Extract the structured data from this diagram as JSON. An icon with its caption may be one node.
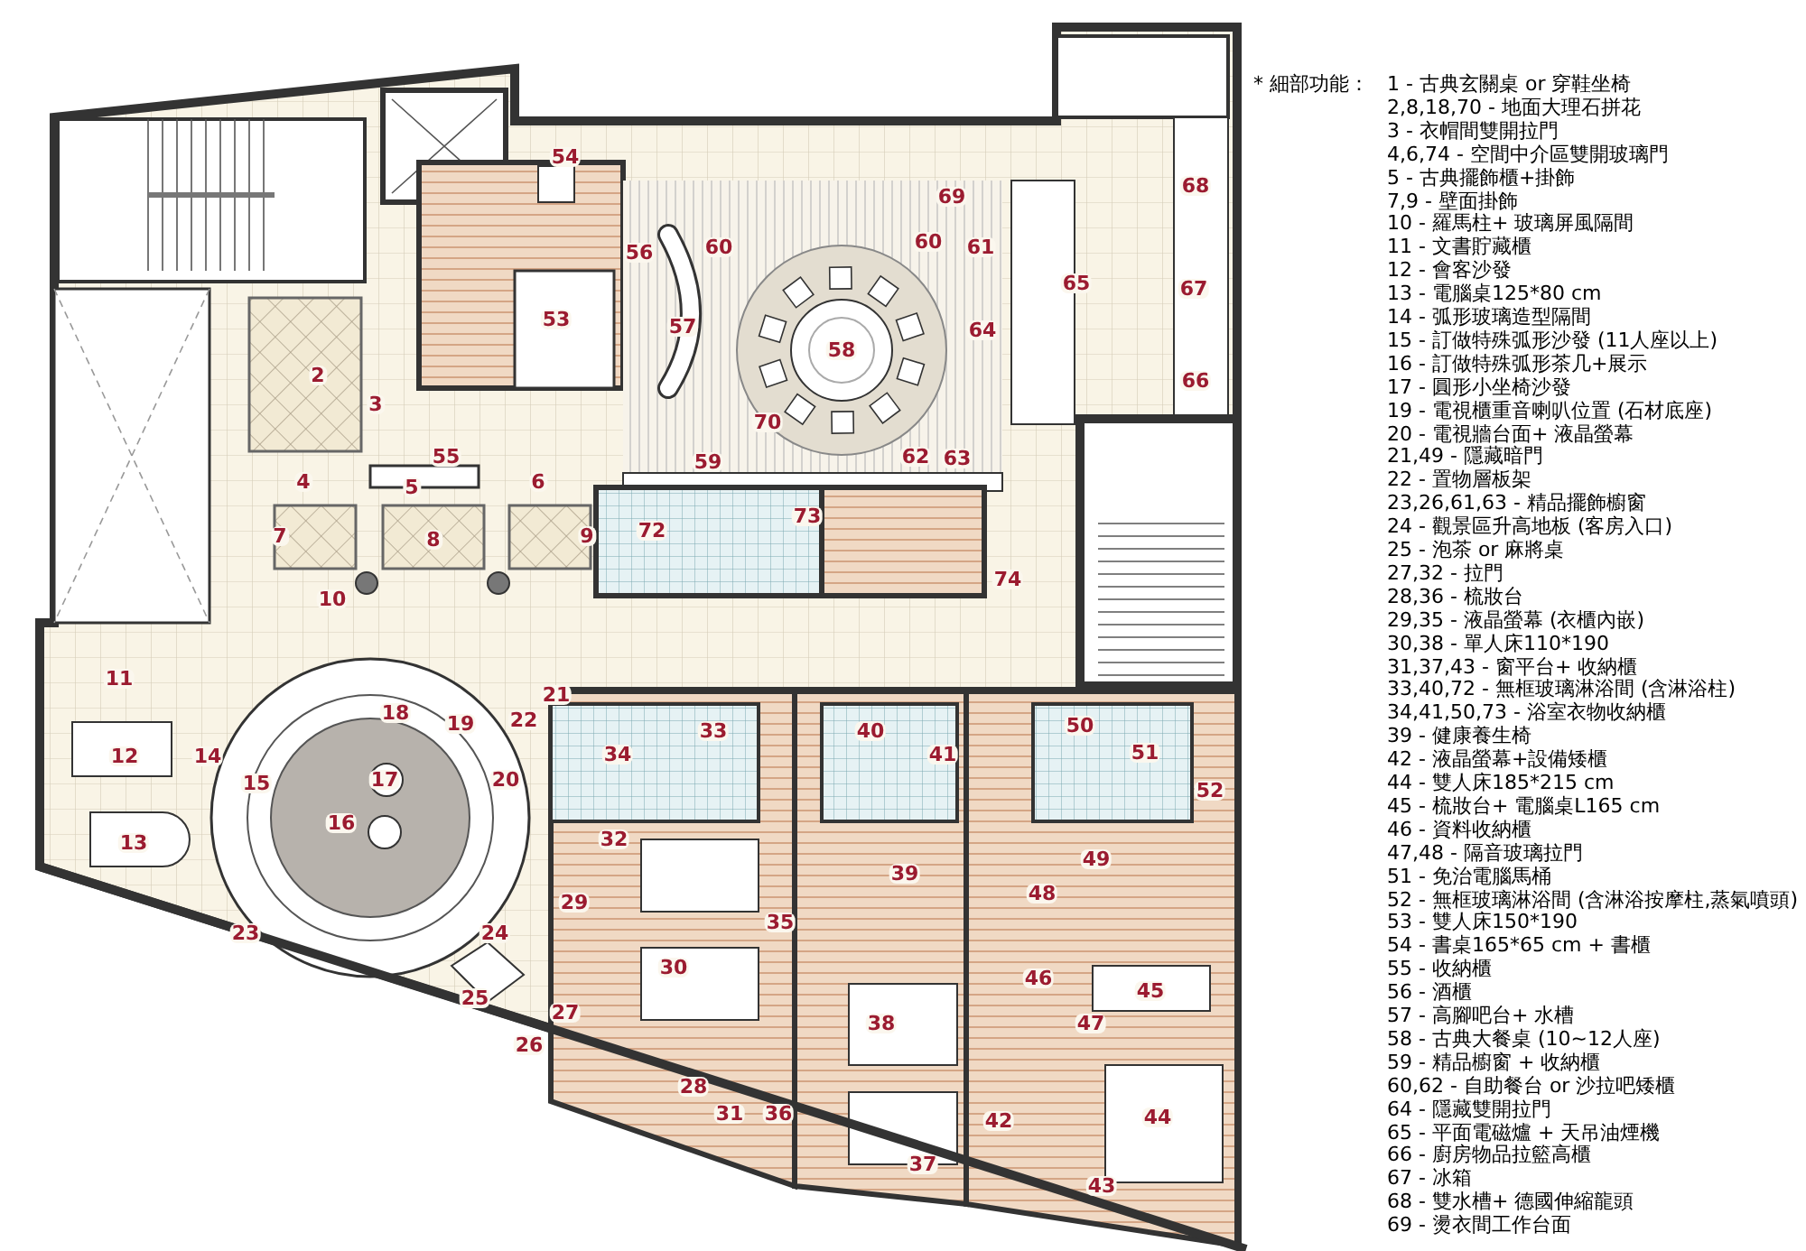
{
  "diagram": {
    "labels": [
      "* 細部功能：",
      "1 - 古典玄關桌 or 穿鞋坐椅",
      "2,8,18,70 - 地面大理石拼花",
      "3 - 衣帽間雙開拉門",
      "4,6,74 - 空間中介區雙開玻璃門",
      "5 - 古典擺飾櫃+掛飾",
      "7,9 - 壁面掛飾",
      "10 - 羅馬柱+ 玻璃屏風隔間",
      "11 - 文書貯藏櫃",
      "12 - 會客沙發",
      "13 - 電腦桌125*80 cm",
      "14 - 弧形玻璃造型隔間",
      "15 - 訂做特殊弧形沙發 (11人座以上)",
      "16 - 訂做特殊弧形茶几+展示",
      "17 - 圓形小坐椅沙發",
      "19 - 電視櫃重音喇叭位置 (石材底座)",
      "20 - 電視牆台面+ 液晶螢幕",
      "21,49 - 隱藏暗門",
      "22 - 置物層板架",
      "23,26,61,63 - 精品擺飾櫥窗",
      "24 - 觀景區升高地板 (客房入口)",
      "25 - 泡茶 or 麻將桌",
      "27,32 - 拉門",
      "28,36 - 梳妝台",
      "29,35 - 液晶螢幕 (衣櫃內嵌)",
      "30,38 - 單人床110*190",
      "31,37,43 - 窗平台+ 收納櫃",
      "33,40,72 - 無框玻璃淋浴間 (含淋浴柱)",
      "34,41,50,73 - 浴室衣物收納櫃",
      "39 - 健康養生椅",
      "42 - 液晶螢幕+設備矮櫃",
      "44 - 雙人床185*215 cm",
      "45 - 梳妝台+ 電腦桌L165 cm",
      "46 - 資料收納櫃",
      "47,48 - 隔音玻璃拉門",
      "51 - 免治電腦馬桶",
      "52 - 無框玻璃淋浴間 (含淋浴按摩柱,蒸氣噴頭)",
      "53 - 雙人床150*190",
      "54 - 書桌165*65 cm + 書櫃",
      "55 - 收納櫃",
      "56 - 酒櫃",
      "57 - 高腳吧台+ 水槽",
      "58 - 古典大餐桌 (10~12人座)",
      "59 - 精品櫥窗 + 收納櫃",
      "60,62 - 自助餐台 or 沙拉吧矮櫃",
      "64 - 隱藏雙開拉門",
      "65 - 平面電磁爐 + 天吊油煙機",
      "66 - 廚房物品拉籃高櫃",
      "67 - 冰箱",
      "68 - 雙水槽+ 德國伸縮龍頭",
      "69 - 燙衣間工作台面",
      "54",
      "69",
      "68",
      "56",
      "60",
      "60",
      "61",
      "65",
      "67",
      "53",
      "57",
      "64",
      "58",
      "2",
      "66",
      "3",
      "70",
      "55",
      "59",
      "62",
      "63",
      "4",
      "5",
      "6",
      "7",
      "8",
      "9",
      "72",
      "73",
      "74",
      "10",
      "11",
      "21",
      "18",
      "19",
      "22",
      "33",
      "40",
      "50",
      "12",
      "14",
      "34",
      "41",
      "51",
      "15",
      "17",
      "20",
      "52",
      "16",
      "13",
      "32",
      "39",
      "49",
      "29",
      "48",
      "35",
      "23",
      "24",
      "30",
      "46",
      "25",
      "45",
      "27",
      "38",
      "47",
      "26",
      "28",
      "31",
      "36",
      "42",
      "44",
      "37",
      "43"
    ]
  }
}
